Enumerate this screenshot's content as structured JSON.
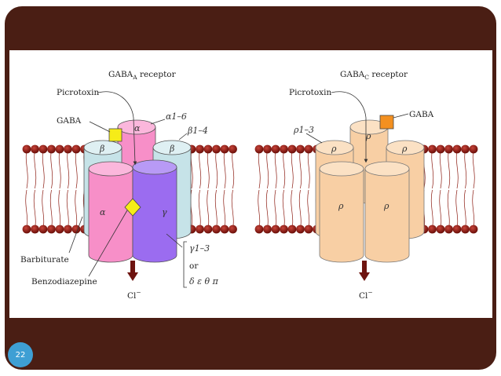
{
  "slide": {
    "number": "22"
  },
  "gabaa": {
    "title": "GABA",
    "title_sub": "A",
    "title_suffix": " receptor",
    "picrotoxin": "Picrotoxin",
    "gaba": "GABA",
    "alpha_range": "α1–6",
    "beta_range": "β1–4",
    "barbiturate": "Barbiturate",
    "benzodiazepine": "Benzodiazepine",
    "gamma_range": "γ1–3",
    "or": "or",
    "other_subunits": "δ ε θ π",
    "ion": "Cl",
    "ion_sup": "−",
    "subunit_alpha": "α",
    "subunit_beta": "β",
    "subunit_gamma": "γ"
  },
  "gabac": {
    "title": "GABA",
    "title_sub": "C",
    "title_suffix": " receptor",
    "picrotoxin": "Picrotoxin",
    "gaba": "GABA",
    "rho_range": "ρ1–3",
    "subunit_rho": "ρ",
    "ion": "Cl",
    "ion_sup": "−"
  },
  "colors": {
    "slide_bg": "#4a1e14",
    "membrane_head": "#8b1a10",
    "alpha_pink": "#f78fc8",
    "beta_blue": "#c6e3e8",
    "gamma_purple": "#9b6cf0",
    "rho_peach": "#f8cfa4",
    "gaba_yellow": "#f6ec18",
    "gaba_orange": "#f39020",
    "arrow": "#6e1410"
  }
}
